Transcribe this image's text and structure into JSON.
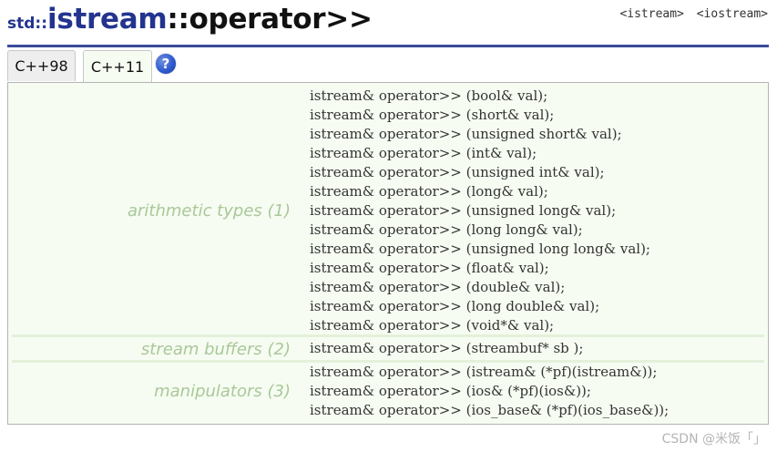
{
  "title": {
    "namespace": "std::",
    "class_name": "istream",
    "operator": "::operator>>"
  },
  "headers": [
    "<istream>",
    "<iostream>"
  ],
  "tabs": [
    {
      "label": "C++98"
    },
    {
      "label": "C++11"
    }
  ],
  "help_icon": {
    "glyph": "?"
  },
  "groups": [
    {
      "label": "arithmetic types (1)",
      "lines": [
        "istream& operator>> (bool& val);",
        "istream& operator>> (short& val);",
        "istream& operator>> (unsigned short& val);",
        "istream& operator>> (int& val);",
        "istream& operator>> (unsigned int& val);",
        "istream& operator>> (long& val);",
        "istream& operator>> (unsigned long& val);",
        "istream& operator>> (long long& val);",
        "istream& operator>> (unsigned long long& val);",
        "istream& operator>> (float& val);",
        "istream& operator>> (double& val);",
        "istream& operator>> (long double& val);",
        "istream& operator>> (void*& val);"
      ]
    },
    {
      "label": "stream buffers (2)",
      "lines": [
        "istream& operator>> (streambuf* sb );"
      ]
    },
    {
      "label": "manipulators (3)",
      "lines": [
        "istream& operator>> (istream& (*pf)(istream&));",
        "istream& operator>> (ios& (*pf)(ios&));",
        "istream& operator>> (ios_base& (*pf)(ios_base&));"
      ]
    }
  ],
  "watermark": "CSDN @米饭「」",
  "colors": {
    "title_blue": "#23348f",
    "rule": "#3b4a99",
    "panel_bg": "#f6fcf2",
    "group_label": "#a9c898",
    "code_text": "#333333",
    "help_icon": "#2f5bd0"
  }
}
